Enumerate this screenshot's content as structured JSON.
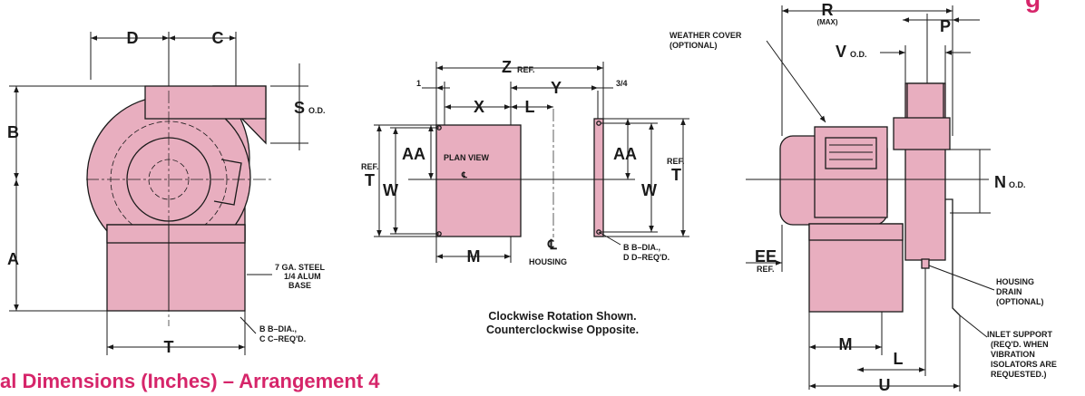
{
  "title_top": {
    "text": "g"
  },
  "heading": {
    "text": "al Dimensions (Inches) – Arrangement 4"
  },
  "rotation_note": {
    "line1": "Clockwise Rotation Shown.",
    "line2": "Counterclockwise Opposite."
  },
  "colors": {
    "body": "#e8aebf",
    "heading": "#d6256a",
    "line": "#1a1a1a"
  },
  "front_view": {
    "D": "D",
    "C": "C",
    "S": "S",
    "S_sub": "O.D.",
    "B": "B",
    "A": "A",
    "T": "T",
    "base_note": [
      "7 GA. STEEL",
      "1/4 ALUM",
      "BASE"
    ],
    "hole_note": [
      "B B–DIA.,",
      "C C–REQ'D."
    ]
  },
  "plan_view": {
    "Z": "Z",
    "Z_sub": "REF.",
    "one": "1",
    "three_quarter": "3/4",
    "X": "X",
    "L": "L",
    "Y": "Y",
    "AA_left": "AA",
    "AA_right": "AA",
    "label": "PLAN VIEW",
    "cl_small": "℄",
    "ref_left": "REF.",
    "T_left": "T",
    "W_left": "W",
    "ref_right": "REF.",
    "T_right": "T",
    "W_right": "W",
    "M": "M",
    "housing_cl": "℄",
    "housing": "HOUSING",
    "hole_note": [
      "B B–DIA.,",
      "D D–REQ'D."
    ]
  },
  "side_view": {
    "R": "R",
    "R_sub": "(MAX)",
    "P": "P",
    "V": "V",
    "V_sub": "O.D.",
    "weather_cover": [
      "WEATHER COVER",
      "(OPTIONAL)"
    ],
    "N": "N",
    "N_sub": "O.D.",
    "EE": "EE",
    "EE_sub": "REF.",
    "housing_drain": [
      "HOUSING",
      "DRAIN",
      "(OPTIONAL)"
    ],
    "inlet_support": [
      "INLET SUPPORT",
      "(REQ'D. WHEN",
      "VIBRATION",
      "ISOLATORS ARE",
      "REQUESTED.)"
    ],
    "M": "M",
    "L": "L",
    "U": "U"
  }
}
